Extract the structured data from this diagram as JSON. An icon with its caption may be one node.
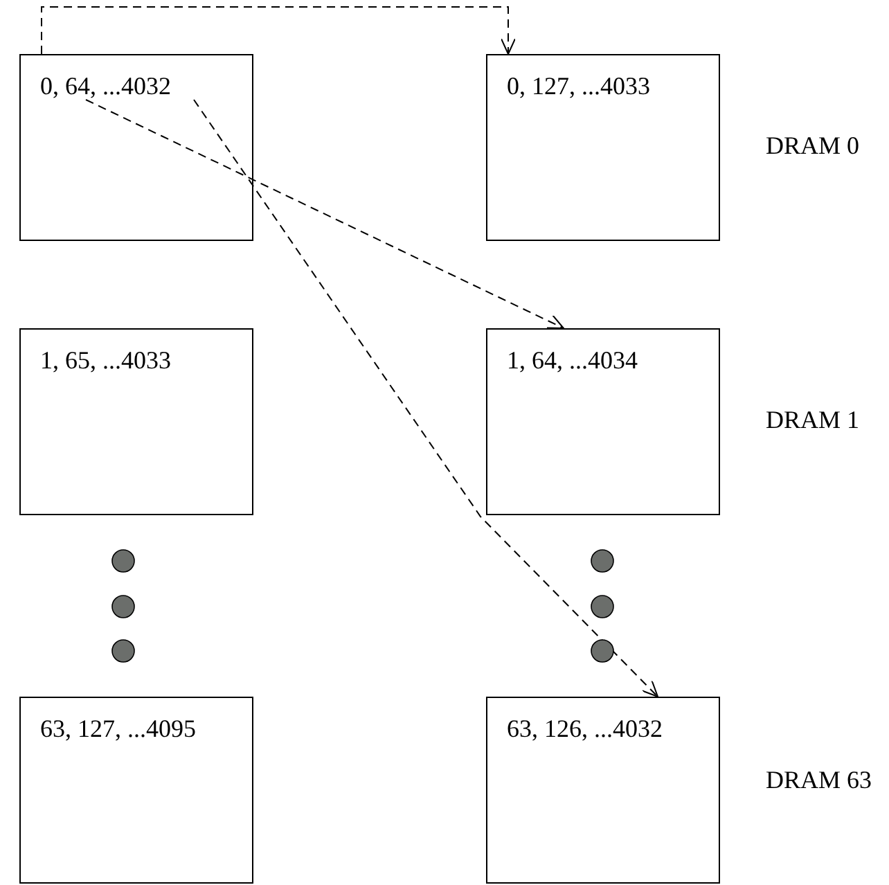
{
  "diagram": {
    "nodes": [
      {
        "text": [
          "0, 64, ...4032"
        ]
      },
      {
        "text": [
          "0, 127, ...4033"
        ]
      },
      {
        "text": [
          "1, 65, ...4033"
        ]
      },
      {
        "text": [
          "1, 64, ...4034"
        ]
      },
      {
        "text": [
          "63, 127, ...4095"
        ]
      },
      {
        "text": [
          "63, 126, ...4032"
        ]
      }
    ],
    "edges": [
      {
        "from": 0,
        "to": 1,
        "arrow": "to",
        "style": "dashed"
      },
      {
        "from": 0,
        "to": 3,
        "arrow": "to",
        "style": "dashed"
      },
      {
        "from": 0,
        "to": 5,
        "arrow": "to",
        "style": "dashed"
      }
    ],
    "labels": [
      "DRAM 0",
      "DRAM 1",
      "DRAM 63"
    ]
  }
}
